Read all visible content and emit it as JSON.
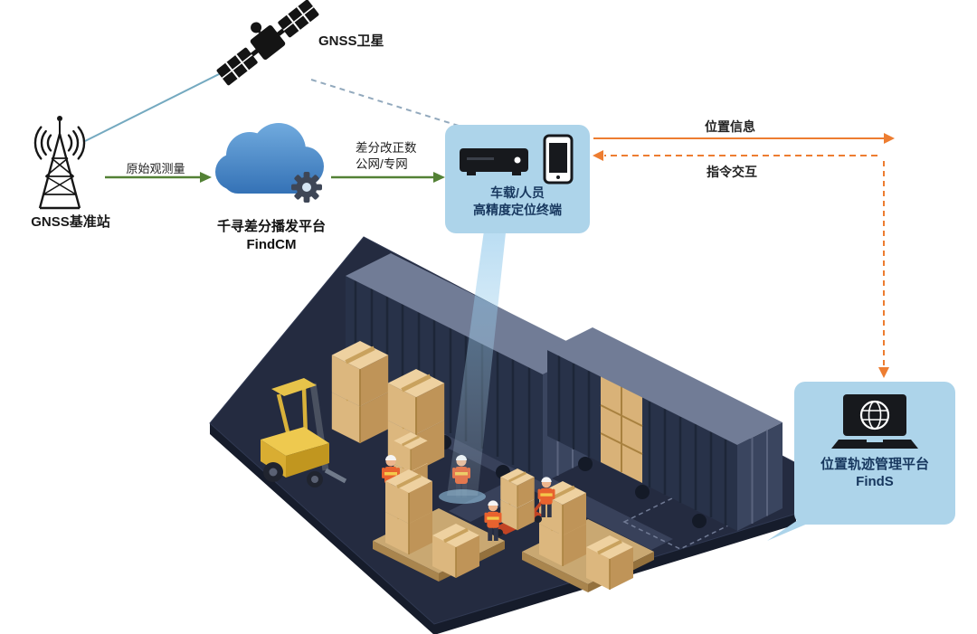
{
  "colors": {
    "accent_green": "#538135",
    "accent_orange": "#ED7D31",
    "bubble_blue": "#ADD4EA",
    "text_navy": "#17375E",
    "cloud_blue": "#2E6CB2",
    "satellite_link_blue": "#74A9C0",
    "beam_blue": "#8EC6E8",
    "container_navy": "#283249",
    "floor_navy": "#242B40",
    "crate_tan": "#D9B277"
  },
  "nodes": {
    "satellite": {
      "label": "GNSS卫星"
    },
    "base_station": {
      "label": "GNSS基准站"
    },
    "cloud_platform": {
      "title": "千寻差分播发平台",
      "subtitle": "FindCM"
    },
    "terminal": {
      "line1": "车载/人员",
      "line2": "高精度定位终端"
    },
    "management_platform": {
      "title": "位置轨迹管理平台",
      "subtitle": "FindS"
    }
  },
  "edges": {
    "raw_observation": "原始观测量",
    "correction_line1": "差分改正数",
    "correction_line2": "公网/专网",
    "position_info": "位置信息",
    "command_interaction": "指令交互"
  }
}
